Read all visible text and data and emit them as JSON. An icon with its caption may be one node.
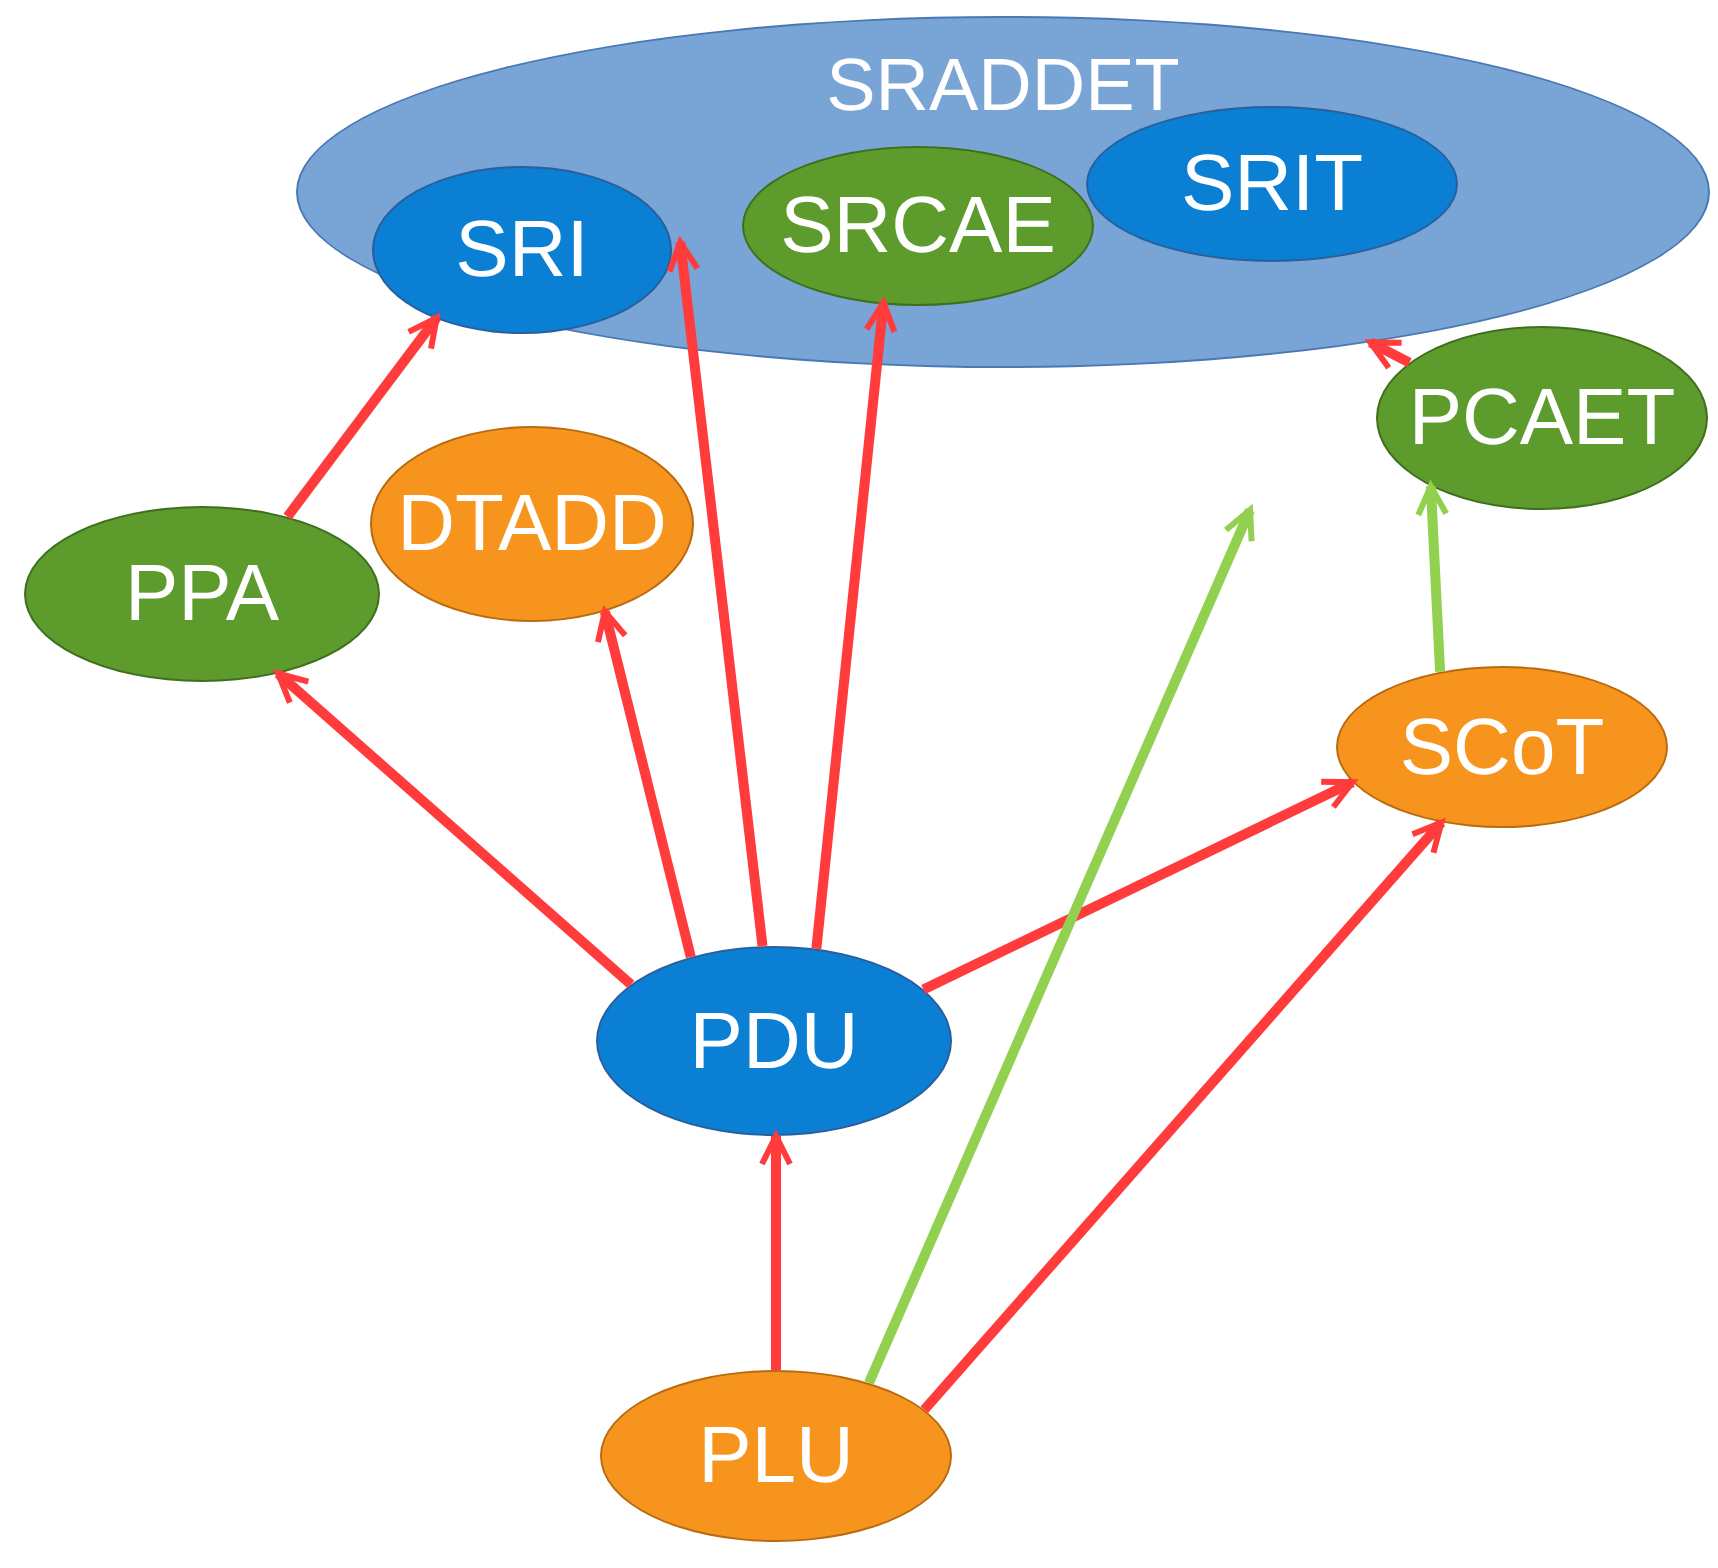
{
  "diagram": {
    "nodes": [
      {
        "text": [
          "SRADDET"
        ]
      },
      {
        "text": [
          "SRI"
        ],
        "in": 0
      },
      {
        "text": [
          "SRCAE"
        ],
        "in": 0
      },
      {
        "text": [
          "SRIT"
        ],
        "in": 0
      },
      {
        "text": [
          "PCAET"
        ]
      },
      {
        "text": [
          "PPA"
        ]
      },
      {
        "text": [
          "DTADD"
        ]
      },
      {
        "text": [
          "SCoT"
        ]
      },
      {
        "text": [
          "PDU"
        ]
      },
      {
        "text": [
          "PLU"
        ]
      }
    ],
    "edges": [
      {
        "from": 5,
        "to": 1,
        "arrow": "to"
      },
      {
        "from": 8,
        "to": 5,
        "arrow": "to"
      },
      {
        "from": 8,
        "to": 6,
        "arrow": "to"
      },
      {
        "from": 8,
        "to": 1,
        "arrow": "to"
      },
      {
        "from": 8,
        "to": 2,
        "arrow": "to"
      },
      {
        "from": 8,
        "to": 7,
        "arrow": "to"
      },
      {
        "from": 4,
        "to": 0,
        "arrow": "to"
      },
      {
        "from": 7,
        "to": 4,
        "arrow": "to",
        "color": "#92d050"
      },
      {
        "from": 9,
        "to": null,
        "arrow": "to",
        "color": "#92d050"
      },
      {
        "from": 9,
        "to": 8,
        "arrow": "to"
      },
      {
        "from": 9,
        "to": 7,
        "arrow": "to"
      }
    ]
  }
}
